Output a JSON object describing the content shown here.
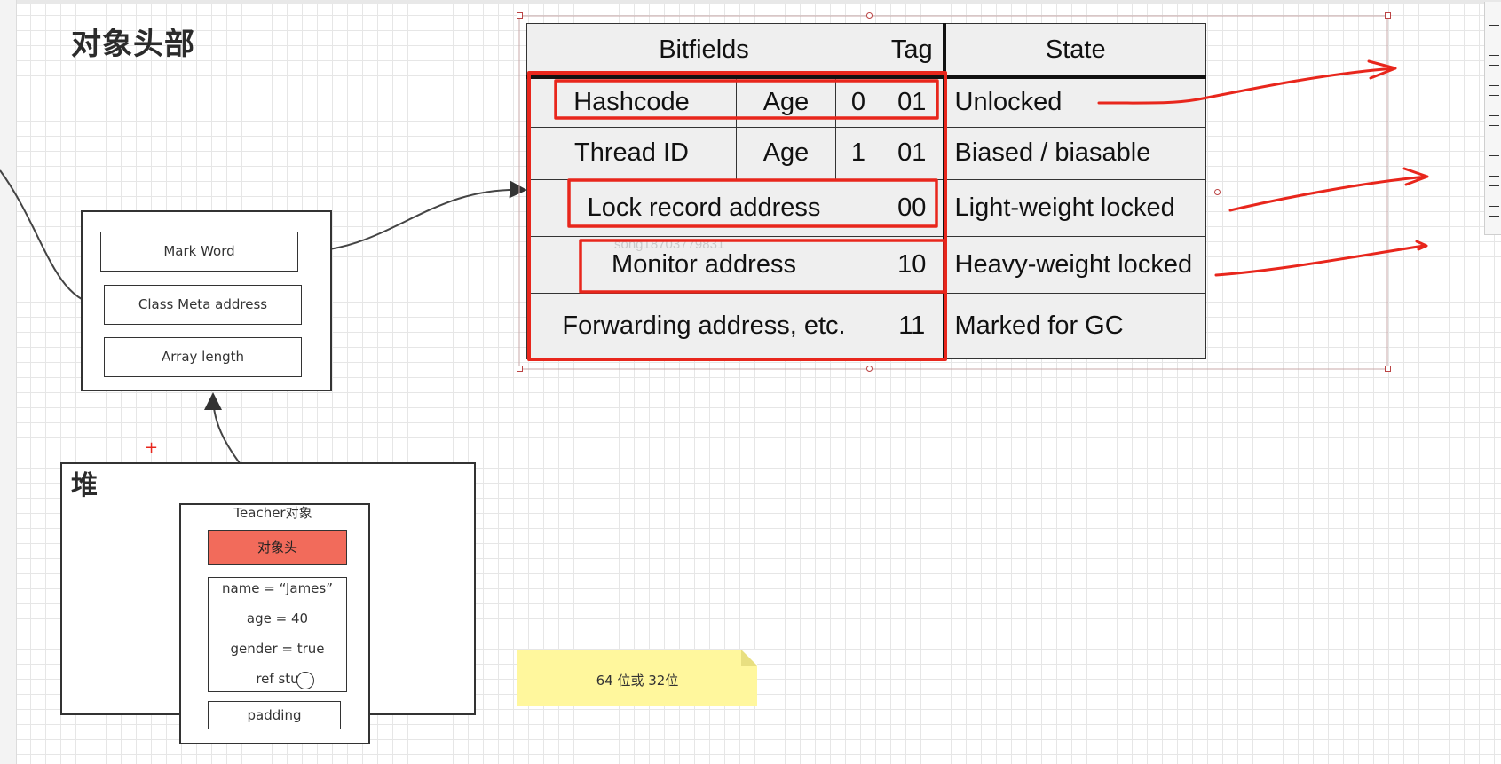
{
  "title": "对象头部",
  "object_header": {
    "fields": [
      "Mark Word",
      "Class Meta address",
      "Array length"
    ]
  },
  "heap": {
    "label": "堆",
    "object_title": "Teacher对象",
    "header_label": "对象头",
    "data_lines": [
      "name = “James”",
      "age = 40",
      "gender = true",
      "ref stu"
    ],
    "padding_label": "padding"
  },
  "note": {
    "text": "64 位或 32位"
  },
  "watermark": "song18703779831",
  "table": {
    "headers": {
      "bitfields": "Bitfields",
      "tag": "Tag",
      "state": "State"
    },
    "rows": [
      {
        "cells": [
          "Hashcode",
          "Age",
          "0"
        ],
        "tag": "01",
        "state": "Unlocked"
      },
      {
        "cells": [
          "Thread ID",
          "Age",
          "1"
        ],
        "tag": "01",
        "state": "Biased / biasable"
      },
      {
        "cells": [
          "Lock record address"
        ],
        "tag": "00",
        "state": "Light-weight locked"
      },
      {
        "cells": [
          "Monitor address"
        ],
        "tag": "10",
        "state": "Heavy-weight locked"
      },
      {
        "cells": [
          "Forwarding address, etc."
        ],
        "tag": "11",
        "state": "Marked for GC"
      }
    ]
  },
  "colors": {
    "annotation_red": "#e8261c",
    "object_head_fill": "#f26b5b",
    "note_fill": "#fff79d",
    "table_fill": "#efefef"
  }
}
